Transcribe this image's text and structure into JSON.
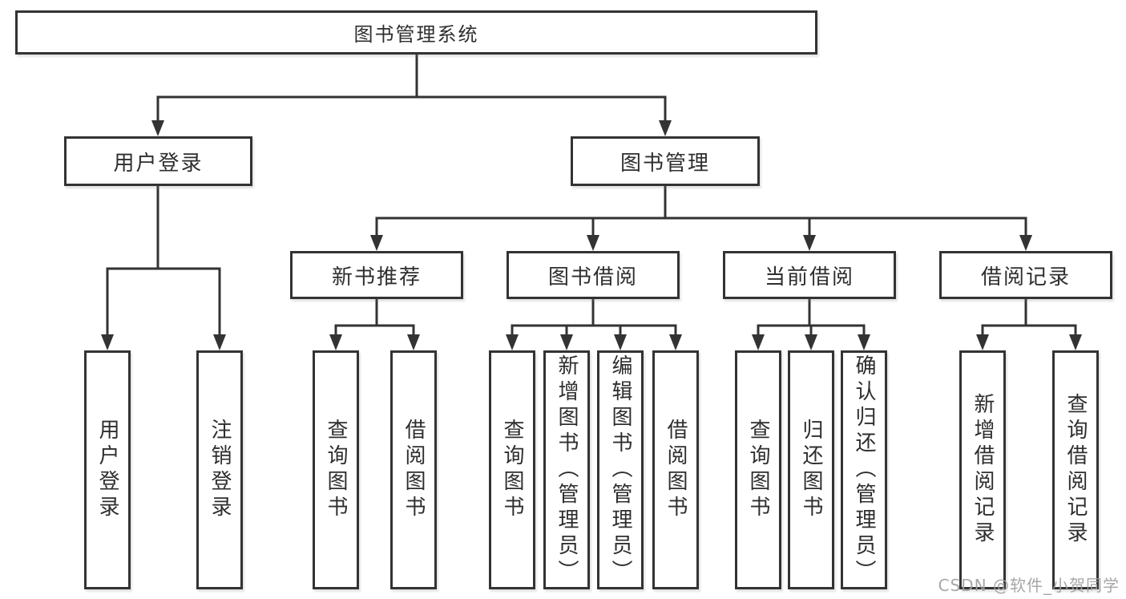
{
  "diagram": {
    "root": "图书管理系统",
    "branches": [
      {
        "label": "用户登录",
        "leaves": [
          "用户登录",
          "注销登录"
        ]
      },
      {
        "label": "图书管理",
        "groups": [
          {
            "label": "新书推荐",
            "leaves": [
              "查询图书",
              "借阅图书"
            ]
          },
          {
            "label": "图书借阅",
            "leaves": [
              "查询图书",
              "新增图书（管理员）",
              "编辑图书（管理员）",
              "借阅图书"
            ]
          },
          {
            "label": "当前借阅",
            "leaves": [
              "查询图书",
              "归还图书",
              "确认归还（管理员）"
            ]
          },
          {
            "label": "借阅记录",
            "leaves": [
              "新增借阅记录",
              "查询借阅记录"
            ]
          }
        ]
      }
    ]
  },
  "watermark": "CSDN @软件_小贺同学",
  "colors": {
    "line": "#333333",
    "box_border": "#333333",
    "box_background": "#ffffff",
    "text": "#2e2e2e",
    "watermark": "#a0a0a0",
    "background": "#ffffff"
  }
}
